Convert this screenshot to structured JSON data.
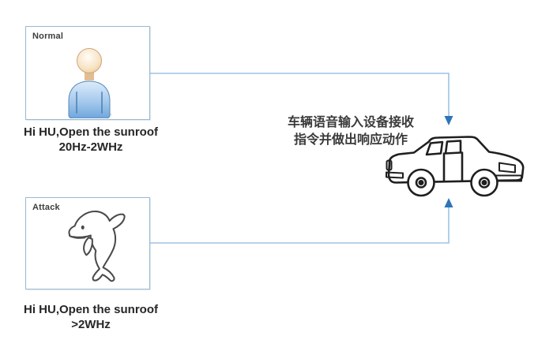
{
  "normal": {
    "box_label": "Normal",
    "icon": "user-icon",
    "caption_line1": "Hi HU,Open the sunroof",
    "caption_line2": "20Hz-2WHz"
  },
  "attack": {
    "box_label": "Attack",
    "icon": "dolphin-icon",
    "caption_line1": "Hi HU,Open the sunroof",
    "caption_line2": ">2WHz"
  },
  "vehicle": {
    "icon": "car-icon",
    "annotation_line1": "车辆语音输入设备接收",
    "annotation_line2": "指令并做出响应动作"
  },
  "colors": {
    "background": "#ffffff",
    "box_border": "#9ab9d4",
    "connector_line": "#9dc3e6",
    "connector_arrowhead": "#2e75b6",
    "caption_text": "#262626",
    "annotation_text": "#3a3a3a",
    "line_art": "#1f1f1f"
  }
}
